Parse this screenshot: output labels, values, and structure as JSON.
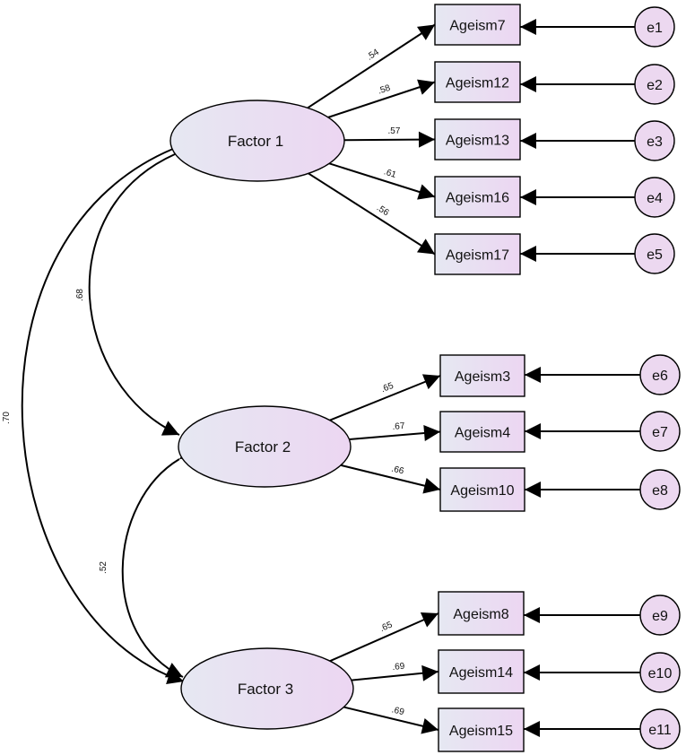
{
  "factors": [
    {
      "id": "F1",
      "label": "Factor 1"
    },
    {
      "id": "F2",
      "label": "Factor 2"
    },
    {
      "id": "F3",
      "label": "Factor 3"
    }
  ],
  "indicators": [
    {
      "label": "Ageism7",
      "factor": "F1",
      "loading": ".54",
      "error": "e1"
    },
    {
      "label": "Ageism12",
      "factor": "F1",
      "loading": ".58",
      "error": "e2"
    },
    {
      "label": "Ageism13",
      "factor": "F1",
      "loading": ".57",
      "error": "e3"
    },
    {
      "label": "Ageism16",
      "factor": "F1",
      "loading": ".61",
      "error": "e4"
    },
    {
      "label": "Ageism17",
      "factor": "F1",
      "loading": ".56",
      "error": "e5"
    },
    {
      "label": "Ageism3",
      "factor": "F2",
      "loading": ".65",
      "error": "e6"
    },
    {
      "label": "Ageism4",
      "factor": "F2",
      "loading": ".67",
      "error": "e7"
    },
    {
      "label": "Ageism10",
      "factor": "F2",
      "loading": ".66",
      "error": "e8"
    },
    {
      "label": "Ageism8",
      "factor": "F3",
      "loading": ".65",
      "error": "e9"
    },
    {
      "label": "Ageism14",
      "factor": "F3",
      "loading": ".69",
      "error": "e10"
    },
    {
      "label": "Ageism15",
      "factor": "F3",
      "loading": ".69",
      "error": "e11"
    }
  ],
  "correlations": [
    {
      "from": "F1",
      "to": "F2",
      "value": ".68"
    },
    {
      "from": "F2",
      "to": "F3",
      "value": ".52"
    },
    {
      "from": "F1",
      "to": "F3",
      "value": ".70"
    }
  ],
  "colors": {
    "fill_start": "#e6e8f2",
    "fill_end": "#ecd6f2",
    "stroke": "#000000"
  }
}
